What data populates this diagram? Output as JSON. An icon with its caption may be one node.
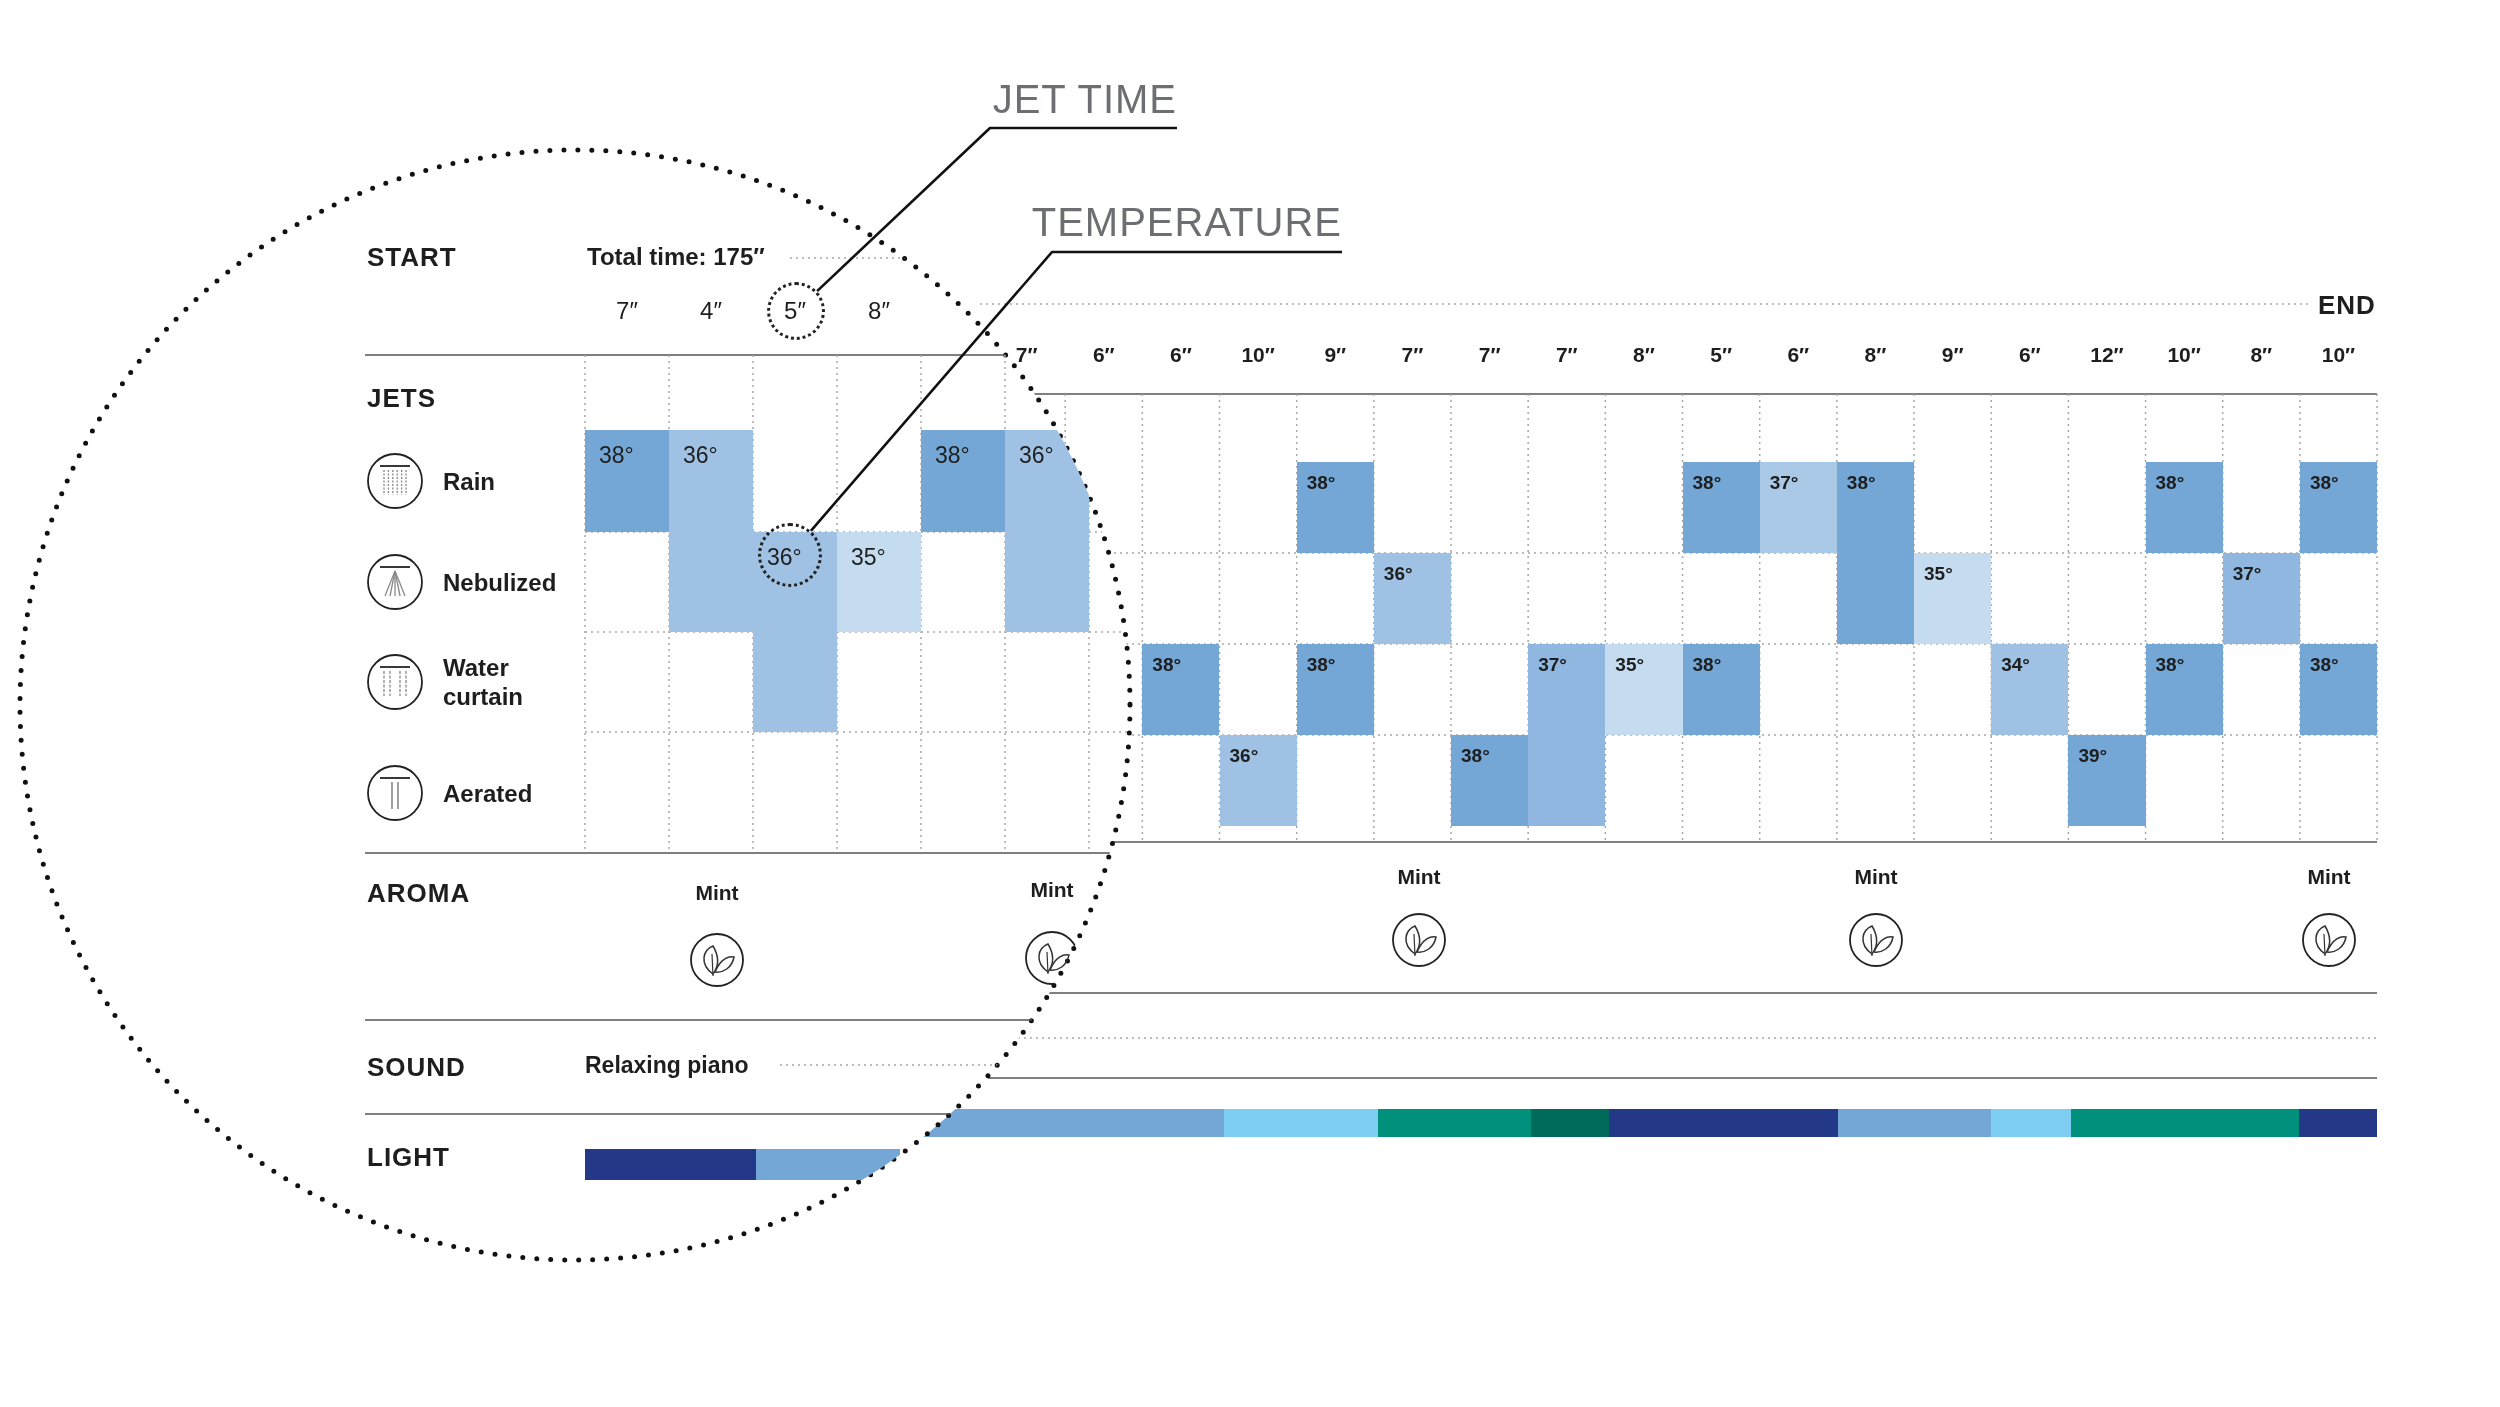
{
  "diagram": {
    "nodes": [
      {
        "text": [
          "JET TIME"
        ]
      },
      {
        "text": [],
        "shape": "circle"
      },
      {
        "text": [
          "TEMPERATURE"
        ]
      },
      {
        "text": [],
        "shape": "circle"
      }
    ],
    "edges": [
      {
        "from": 0,
        "to": 1,
        "arrow": "none"
      },
      {
        "from": 2,
        "to": 3,
        "arrow": "none"
      }
    ],
    "labels": [
      "START",
      "Total time: 175″",
      "7″",
      "4″",
      "5″",
      "8″",
      "END",
      "7″",
      "6″",
      "6″",
      "10″",
      "9″",
      "7″",
      "7″",
      "7″",
      "8″",
      "5″",
      "6″",
      "8″",
      "9″",
      "6″",
      "12″",
      "10″",
      "8″",
      "10″",
      "JETS",
      "Rain",
      "38°",
      "36°",
      "38°",
      "36°",
      "38°",
      "38°",
      "37°",
      "38°",
      "38°",
      "38°",
      "Nebulized",
      "36°",
      "35°",
      "36°",
      "35°",
      "37°",
      "Water curtain",
      "38°",
      "38°",
      "37°",
      "35°",
      "38°",
      "34°",
      "38°",
      "38°",
      "Aerated",
      "36°",
      "38°",
      "39°",
      "AROMA",
      "Mint",
      "Mint",
      "Mint",
      "Mint",
      "Mint",
      "SOUND",
      "Relaxing piano",
      "LIGHT"
    ]
  }
}
